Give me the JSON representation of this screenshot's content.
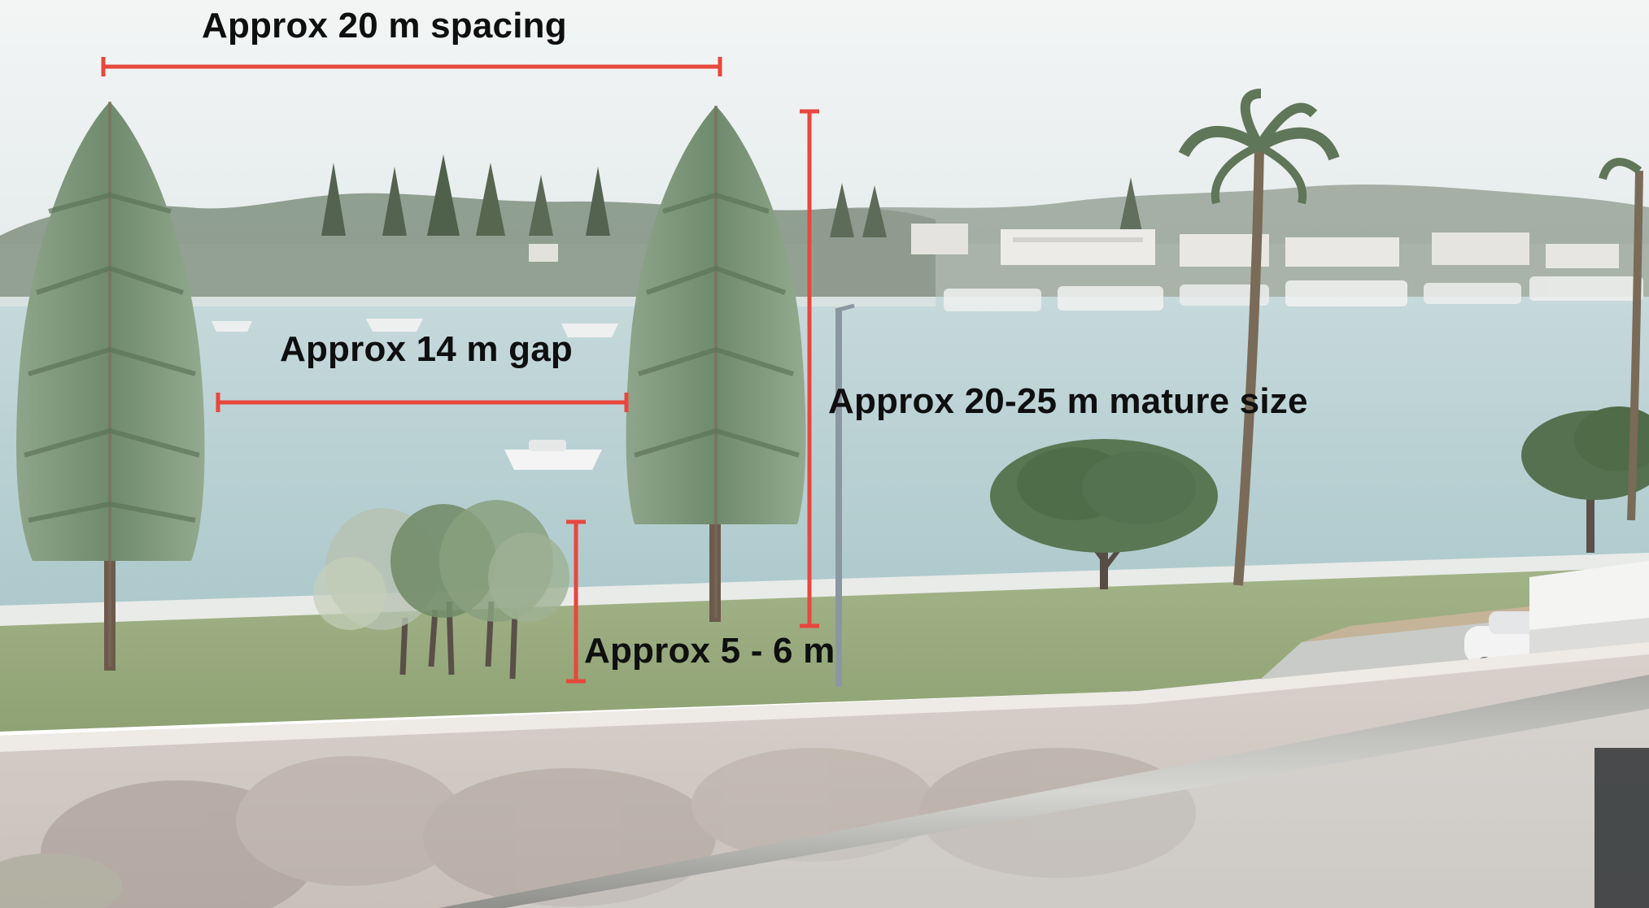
{
  "annotations": {
    "spacing_label": "Approx 20 m spacing",
    "gap_label": "Approx 14 m gap",
    "tree_height_label": "Approx 20-25 m mature size",
    "shrub_height_label": "Approx 5 - 6 m"
  },
  "colors": {
    "dimension_line": "#e8473e",
    "sky": "#eef2f2",
    "water": "#b9d3d6",
    "grass": "#9aac7e",
    "label_text": "#0f0f0f"
  },
  "icons": {
    "tree": "norfolk-pine-icon",
    "shrub": "shrub-cluster-icon",
    "palm": "palm-tree-icon",
    "boat": "boat-icon",
    "car": "car-icon"
  }
}
